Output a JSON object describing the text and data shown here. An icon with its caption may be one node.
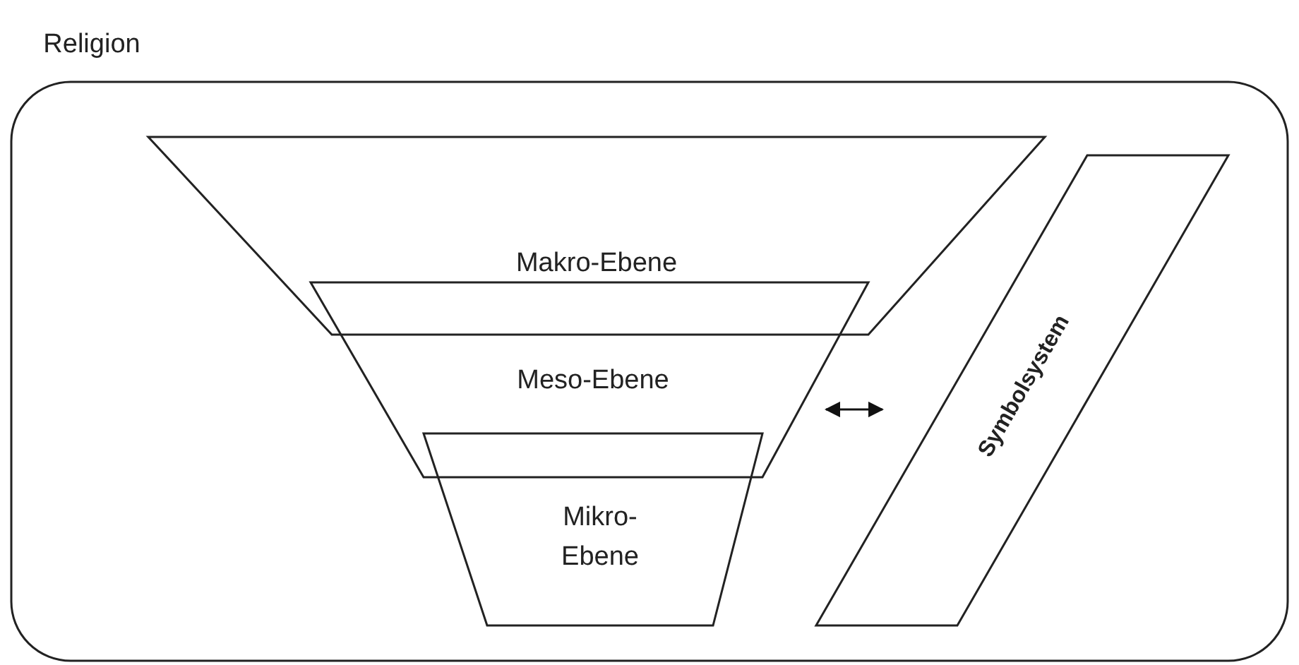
{
  "diagram": {
    "nodes": [
      {
        "text": [
          "Religion"
        ]
      },
      {
        "text": [
          "Makro-Ebene"
        ],
        "in": 0
      },
      {
        "text": [
          "Meso-Ebene"
        ],
        "in": 0
      },
      {
        "text": [
          "Mikro-Ebene"
        ],
        "in": 0
      },
      {
        "text": [
          "Symbolsystem"
        ],
        "in": 0
      }
    ],
    "edges": [
      {
        "from": 2,
        "to": 4,
        "arrow": "both"
      }
    ]
  }
}
